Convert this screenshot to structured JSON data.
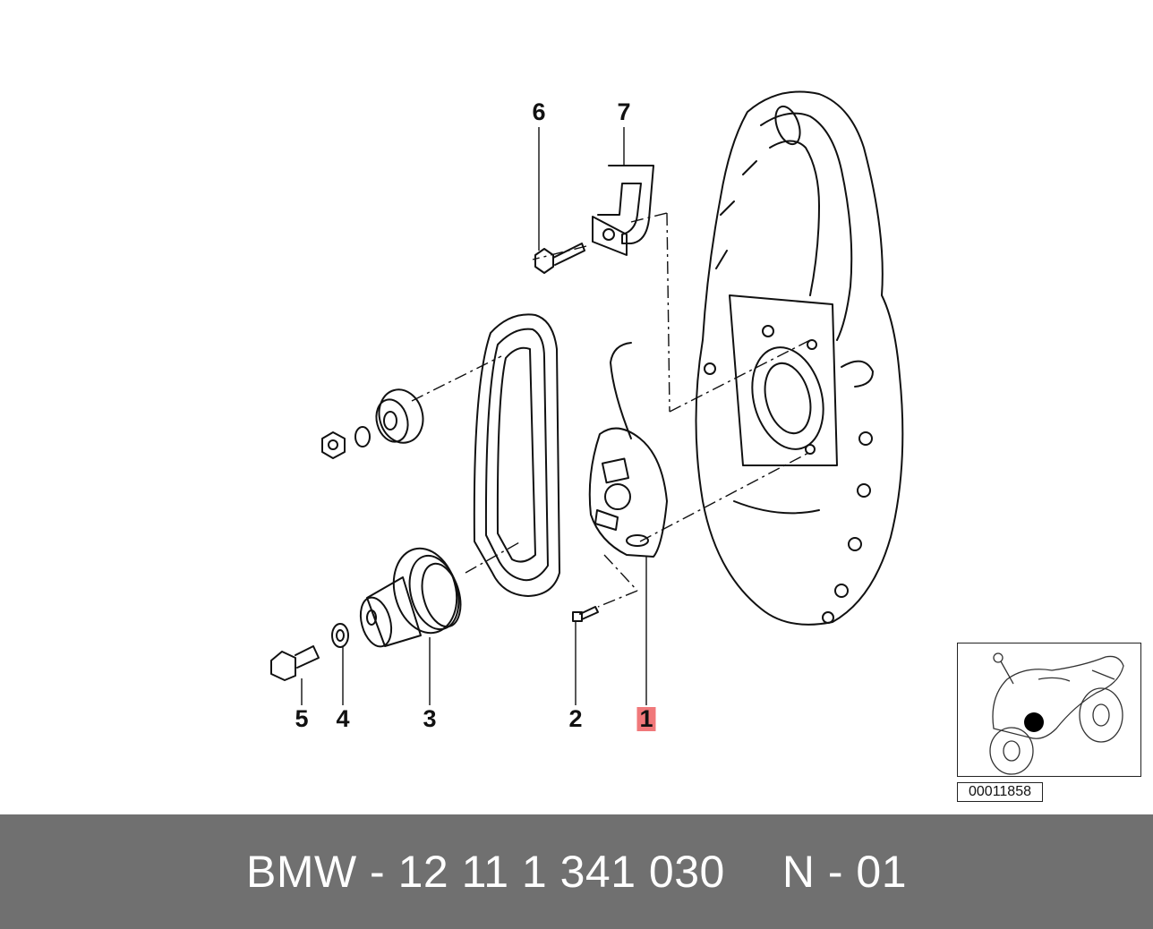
{
  "callouts": [
    {
      "id": "6",
      "label": "6"
    },
    {
      "id": "7",
      "label": "7"
    },
    {
      "id": "5",
      "label": "5"
    },
    {
      "id": "4",
      "label": "4"
    },
    {
      "id": "3",
      "label": "3"
    },
    {
      "id": "2",
      "label": "2"
    },
    {
      "id": "1",
      "label": "1",
      "highlighted": true
    }
  ],
  "inset": {
    "code": "00011858"
  },
  "footer": {
    "part_text": "BMW - 12 11 1 341 030",
    "suffix": "N - 01"
  },
  "colors": {
    "background": "#ffffff",
    "line": "#111111",
    "footer": "#707070",
    "footer_text": "#ffffff",
    "highlight": "#f0787a"
  }
}
